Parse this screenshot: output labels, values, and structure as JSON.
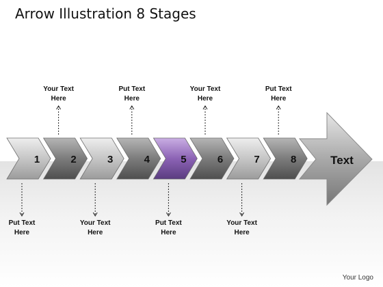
{
  "title": "Arrow Illustration 8 Stages",
  "stages": [
    "1",
    "2",
    "3",
    "4",
    "5",
    "6",
    "7",
    "8"
  ],
  "big_arrow_text": "Text",
  "highlight_stage": "5",
  "labels_top": [
    {
      "line1": "Your Text",
      "line2": "Here"
    },
    {
      "line1": "Put Text",
      "line2": "Here"
    },
    {
      "line1": "Your Text",
      "line2": "Here"
    },
    {
      "line1": "Put Text",
      "line2": "Here"
    }
  ],
  "labels_bottom": [
    {
      "line1": "Put Text",
      "line2": "Here"
    },
    {
      "line1": "Your Text",
      "line2": "Here"
    },
    {
      "line1": "Put Text",
      "line2": "Here"
    },
    {
      "line1": "Your Text",
      "line2": "Here"
    }
  ],
  "logo": "Your Logo",
  "colors": {
    "highlight": "#8c63b5",
    "light_chevron": "#c4c4c4",
    "dark_chevron": "#7a7a7a",
    "big_arrow": "#a8a8a8"
  }
}
